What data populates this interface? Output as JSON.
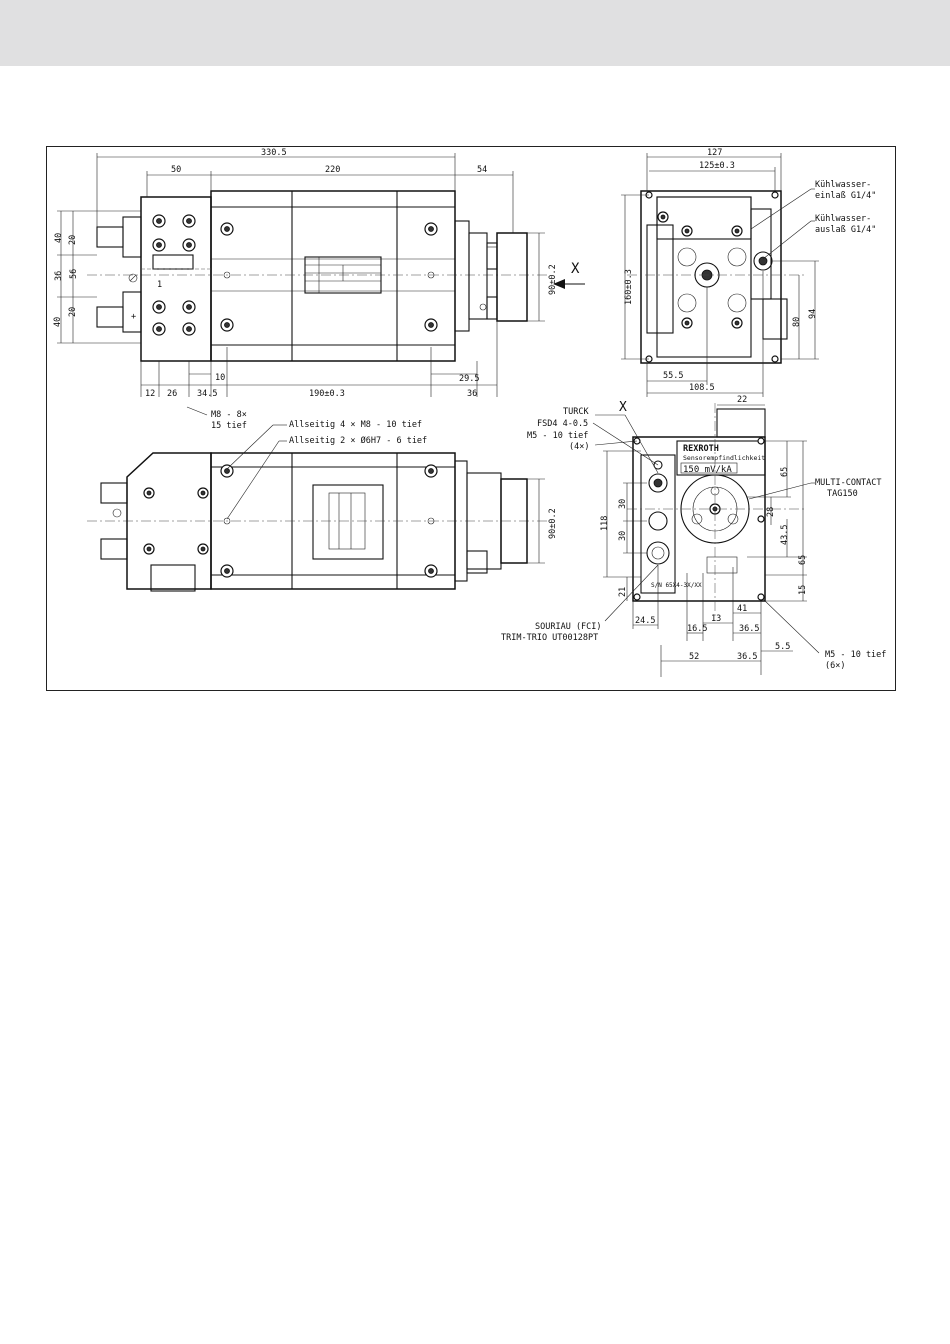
{
  "dimensions": {
    "overall_length": "330.5",
    "flange_width": "50",
    "body_length": "220",
    "rear_length": "54",
    "left_40_top": "40",
    "left_20_top": "20",
    "left_36": "36",
    "left_56": "56",
    "left_20_bottom": "20",
    "left_40_bottom": "40",
    "bottom_12": "12",
    "bottom_26": "26",
    "bottom_10": "10",
    "bottom_34_5": "34.5",
    "bottom_190": "190±0.3",
    "bottom_29_5": "29.5",
    "bottom_36": "36",
    "shaft_dia_top": "90±0.2",
    "shaft_dia_bottom": "90±0.2",
    "end_width_127": "127",
    "end_width_125": "125±0.3",
    "end_height_160": "160±0.3",
    "end_80": "80",
    "end_94": "94",
    "end_55_5": "55.5",
    "end_108_5": "108.5",
    "sensor_22": "22",
    "sensor_118": "118",
    "sensor_30a": "30",
    "sensor_30b": "30",
    "sensor_21": "21",
    "sensor_24_5": "24.5",
    "sensor_16_5": "16.5",
    "sensor_13": "13",
    "sensor_41": "41",
    "sensor_36_5a": "36.5",
    "sensor_36_5b": "36.5",
    "sensor_52": "52",
    "sensor_5_5": "5.5",
    "sensor_65a": "65",
    "sensor_28": "28",
    "sensor_43_5": "43.5",
    "sensor_65b": "65",
    "sensor_15": "15",
    "small_1": "1"
  },
  "labels": {
    "view_x_top": "X",
    "view_x_bottom": "X",
    "m8_line1": "M8 - 8×",
    "m8_line2": "15 tief",
    "allseitig_m8": "Allseitig 4 × M8 - 10 tief",
    "allseitig_dia": "Allseitig 2 × Ø6H7 - 6 tief",
    "kuehl_ein_1": "Kühlwasser-",
    "kuehl_ein_2": "einlaß G1/4\"",
    "kuehl_aus_1": "Kühlwasser-",
    "kuehl_aus_2": "auslaß G1/4\"",
    "turck": "TURCK",
    "fsd": "FSD4 4-0.5",
    "m5_4x_1": "M5 - 10 tief",
    "m5_4x_2": "(4×)",
    "souriau_1": "SOURIAU (FCI)",
    "souriau_2": "TRIM-TRIO UT00128PT",
    "multicontact_1": "MULTI-CONTACT",
    "multicontact_2": "TAG150",
    "m5_6x_1": "M5 - 10 tief",
    "m5_6x_2": "(6×)",
    "rexroth": "REXROTH",
    "sensor_text": "Sensorempfindlichkeit",
    "sensor_value": "150 mV/kA",
    "sn_label": "S/N  65X4-3X/XX"
  }
}
